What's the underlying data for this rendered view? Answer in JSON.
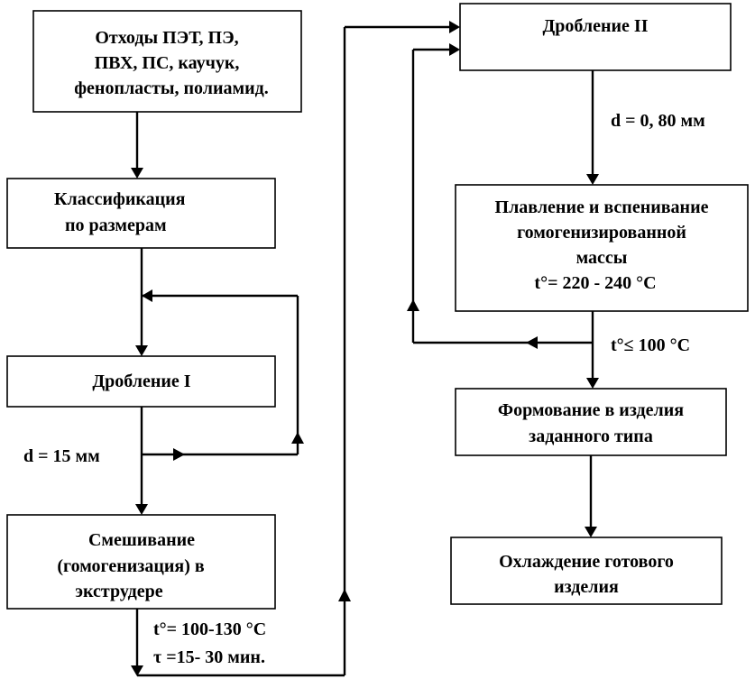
{
  "boxes": {
    "waste": [
      "Отходы ПЭТ, ПЭ,",
      "ПВХ, ПС, каучук,",
      "фенопласты, полиамид."
    ],
    "classification": [
      "Классификация",
      "по  размерам"
    ],
    "crushing1": [
      "Дробление I"
    ],
    "mixing": [
      "Смешивание",
      "(гомогенизация) в",
      "экструдере"
    ],
    "crushing2": [
      "Дробление II"
    ],
    "melting": [
      "Плавление и вспенивание",
      "гомогенизированной",
      "массы",
      "t°= 220 - 240 °С"
    ],
    "forming": [
      "Формование в изделия",
      "заданного типа"
    ],
    "cooling": [
      "Охлаждение готового",
      "изделия"
    ]
  },
  "labels": {
    "d15": "d = 15 мм",
    "mix_temp": "t°= 100-130 °С",
    "mix_time": "τ =15- 30 мин.",
    "d080": "d = 0, 80 мм",
    "t100": "t°≤ 100 °С"
  }
}
